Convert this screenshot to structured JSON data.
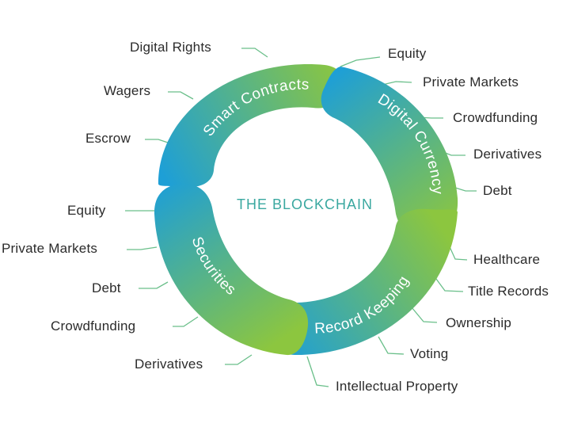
{
  "center_title": "THE BLOCKCHAIN",
  "segments": {
    "smart_contracts": {
      "title": "Smart Contracts",
      "items": [
        "Digital Rights",
        "Wagers",
        "Escrow"
      ]
    },
    "digital_currency": {
      "title": "Digital Currency",
      "items": [
        "Equity",
        "Private Markets",
        "Crowdfunding",
        "Derivatives",
        "Debt"
      ]
    },
    "record_keeping": {
      "title": "Record Keeping",
      "items": [
        "Healthcare",
        "Title Records",
        "Ownership",
        "Voting",
        "Intellectual Property"
      ]
    },
    "securities": {
      "title": "Securities",
      "items": [
        "Equity",
        "Private Markets",
        "Debt",
        "Crowdfunding",
        "Derivatives"
      ]
    }
  },
  "colors": {
    "blue": "#1e9fd6",
    "green": "#8cc63f",
    "connector": "#6abf8a",
    "center_text": "#3aa8a0"
  }
}
